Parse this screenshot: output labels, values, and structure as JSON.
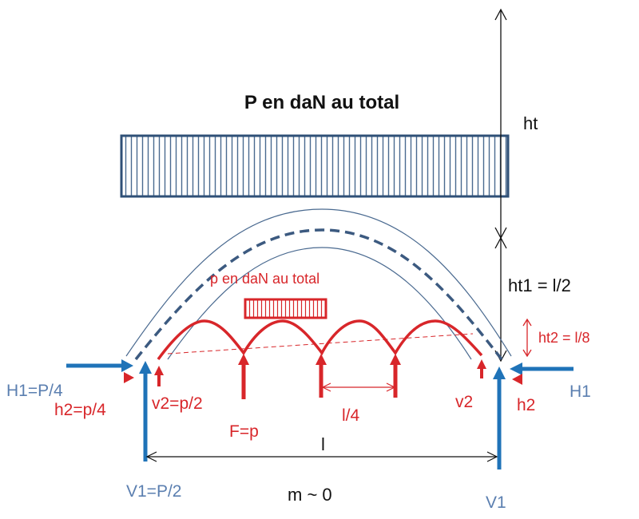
{
  "title": "P en daN au total",
  "colors": {
    "load_box": "#2f5077",
    "arch_dashed": "#3c5a80",
    "arch_thin": "#4a6a90",
    "blue_force": "#1f73b8",
    "blue_label": "#5b7fb0",
    "red": "#d8262a",
    "black": "#111111"
  },
  "dimensions": {
    "ht": "ht",
    "ht1": "ht1 = l/2",
    "ht2": "ht2 = l/8",
    "span": "l",
    "sub_span": "l/4"
  },
  "secondary_load": {
    "label": "p en daN au total"
  },
  "forces": {
    "left_H1": "H1=P/4",
    "left_h2": "h2=p/4",
    "left_v2": "v2=p/2",
    "left_V1": "V1=P/2",
    "interior_F": "F=p",
    "right_H1": "H1",
    "right_h2": "h2",
    "right_v2": "v2",
    "right_V1": "V1"
  },
  "moment": "m ~ 0"
}
